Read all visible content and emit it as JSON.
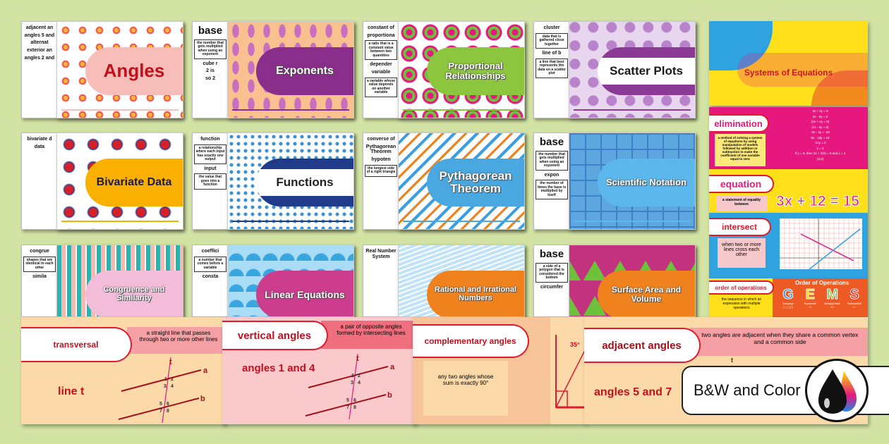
{
  "tiles": [
    {
      "title": "Angles",
      "bw": [
        "adjacent an",
        "angles 5 and",
        "alternat",
        "exterior an",
        "angles 2 and"
      ],
      "bg": "#ffffff",
      "pattern": "suns",
      "pill": "#f7bdb8",
      "text": "#c0101a",
      "size": 26
    },
    {
      "title": "Exponents",
      "bw": [
        "base",
        "the number that gets multiplied when using an exponent",
        "cube r",
        "2 is",
        "so 2"
      ],
      "bg": "#f9c190",
      "pattern": "leaves",
      "pill": "#8a2e8c",
      "text": "#ffffff",
      "size": 16
    },
    {
      "title": "Proportional Relationships",
      "bw": [
        "constant of",
        "proportiona",
        "a ratio that is a constant value between two quantities",
        "depender",
        "variable",
        "a variable whose value depends on another variable"
      ],
      "bg": "#ffffff",
      "pattern": "rings",
      "pill": "#8cc63f",
      "text": "#ffffff",
      "size": 13
    },
    {
      "title": "Scatter Plots",
      "bw": [
        "cluster",
        "data that is gathered close together",
        "line of b",
        "a line that best represents the data on a scatter plot"
      ],
      "bg": "#e8d6ef",
      "pattern": "drops",
      "pill": "#8b3a96",
      "text": "#1a1a1a",
      "size": 17
    },
    {
      "title": "Bivariate Data",
      "bw": [
        "bivariate d",
        "data"
      ],
      "bg": "#ffffff",
      "pattern": "shapes",
      "pill": "#f9b000",
      "text": "#1a1a50",
      "size": 16
    },
    {
      "title": "Functions",
      "bw": [
        "function",
        "a relationship where each input has exactly one output",
        "input",
        "the value that goes into a function"
      ],
      "bg": "#ffffff",
      "pattern": "flakes",
      "pill": "#1f3b8a",
      "text": "#222222",
      "size": 17
    },
    {
      "title": "Pythagorean Theorem",
      "bw": [
        "converse of",
        "Pythagorean Theorem",
        "hypoten",
        "the longest side of a right triangle"
      ],
      "bg": "#ffffff",
      "pattern": "dashes",
      "pill": "#4aa8e0",
      "text": "#ffffff",
      "size": 17
    },
    {
      "title": "Scientific Notation",
      "bw": [
        "base",
        "the number that gets multiplied when using an exponent",
        "expon",
        "the number of times the base is multiplied by itself"
      ],
      "bg": "#5ea7de",
      "pattern": "squares",
      "pill": "#5cb8ec",
      "text": "#ffffff",
      "size": 13
    },
    {
      "title": "Congruence and Similarity",
      "bw": [
        "congrue",
        "shapes that are identical to each other",
        "simila"
      ],
      "bg": "#2bb3ad",
      "pattern": "stripes",
      "pill": "#f3bcd9",
      "text": "#ffffff",
      "size": 11
    },
    {
      "title": "Linear Equations",
      "bw": [
        "coeffici",
        "a number that comes before a variable",
        "consta"
      ],
      "bg": "#a9dcf5",
      "pattern": "half",
      "pill": "#cc3d8e",
      "text": "#ffffff",
      "size": 14
    },
    {
      "title": "Rational and Irrational Numbers",
      "bw": [
        "Real Number System"
      ],
      "bg": "#bfe4f7",
      "pattern": "waves",
      "pill": "#f0821e",
      "text": "#ffffff",
      "size": 11
    },
    {
      "title": "Surface Area and Volume",
      "bw": [
        "base",
        "a side of a polygon that is considered the bottom",
        "circumfer"
      ],
      "bg": "#c2327f",
      "pattern": "tri",
      "pill": "#f0821e",
      "text": "#ffffff",
      "size": 12
    }
  ],
  "right": {
    "systems": "Systems of Equations",
    "elimination": {
      "term": "elimination",
      "def": "a method of solving a system of equations by using manipulation of models followed by addition or subtraction to make the coefficient of one variable equal to zero",
      "work": [
        "3x + 2y = 9",
        "2x - 6y = 6",
        "(3x + 2y = 9)",
        "(2x - 6y = 6)",
        "-6x - 4y = -18",
        "6x - 18y = 18",
        "-22y = 0",
        "y = 0",
        "If y = 0, then 3x + 2(0) = 9 and x = 3",
        "(3,0)"
      ]
    },
    "equation": {
      "term": "equation",
      "def": "a statement of equality between",
      "example": "3x + 12 = 15"
    },
    "intersect": {
      "term": "intersect",
      "def": "when two or more lines cross each other"
    },
    "order": {
      "term": "order of operations",
      "def": "the sequence in which an expression with multiple operations",
      "heading": "Order of Operations",
      "letters": [
        {
          "l": "G",
          "c": "#2e8fe0",
          "n": "Groupings",
          "s": "( ) [ ] { }"
        },
        {
          "l": "E",
          "c": "#f5d400",
          "n": "Exponents",
          "s": "x²"
        },
        {
          "l": "M",
          "c": "#6cc23a",
          "n": "Multiply/Divide",
          "s": "×/÷"
        },
        {
          "l": "S",
          "c": "#e0202a",
          "n": "Subtract/Add",
          "s": "+/−"
        }
      ]
    }
  },
  "bottom": {
    "transversal": {
      "term": "transversal",
      "def": "a straight line that passes through two or more other lines",
      "example": "line t",
      "labels": [
        "t",
        "a",
        "b",
        "1",
        "2",
        "3",
        "4",
        "5",
        "6",
        "7",
        "8"
      ]
    },
    "vertical": {
      "term": "vertical angles",
      "def": "a pair of opposite angles formed by intersecting lines",
      "example": "angles 1 and 4",
      "labels": [
        "t",
        "a",
        "b",
        "1",
        "2",
        "3",
        "4",
        "5",
        "6",
        "7",
        "8"
      ]
    },
    "complementary": {
      "term": "complementary angles",
      "def": "any two angles whose sum is exactly 90°",
      "angle": "35°"
    },
    "adjacent": {
      "term": "adjacent angles",
      "def": "two angles are adjacent when they share a common vertex and a common side",
      "example": "angles 5 and 7",
      "labels": [
        "t"
      ]
    }
  },
  "badge": {
    "label": "B&W and Color",
    "icon": "ink-drops-icon"
  }
}
